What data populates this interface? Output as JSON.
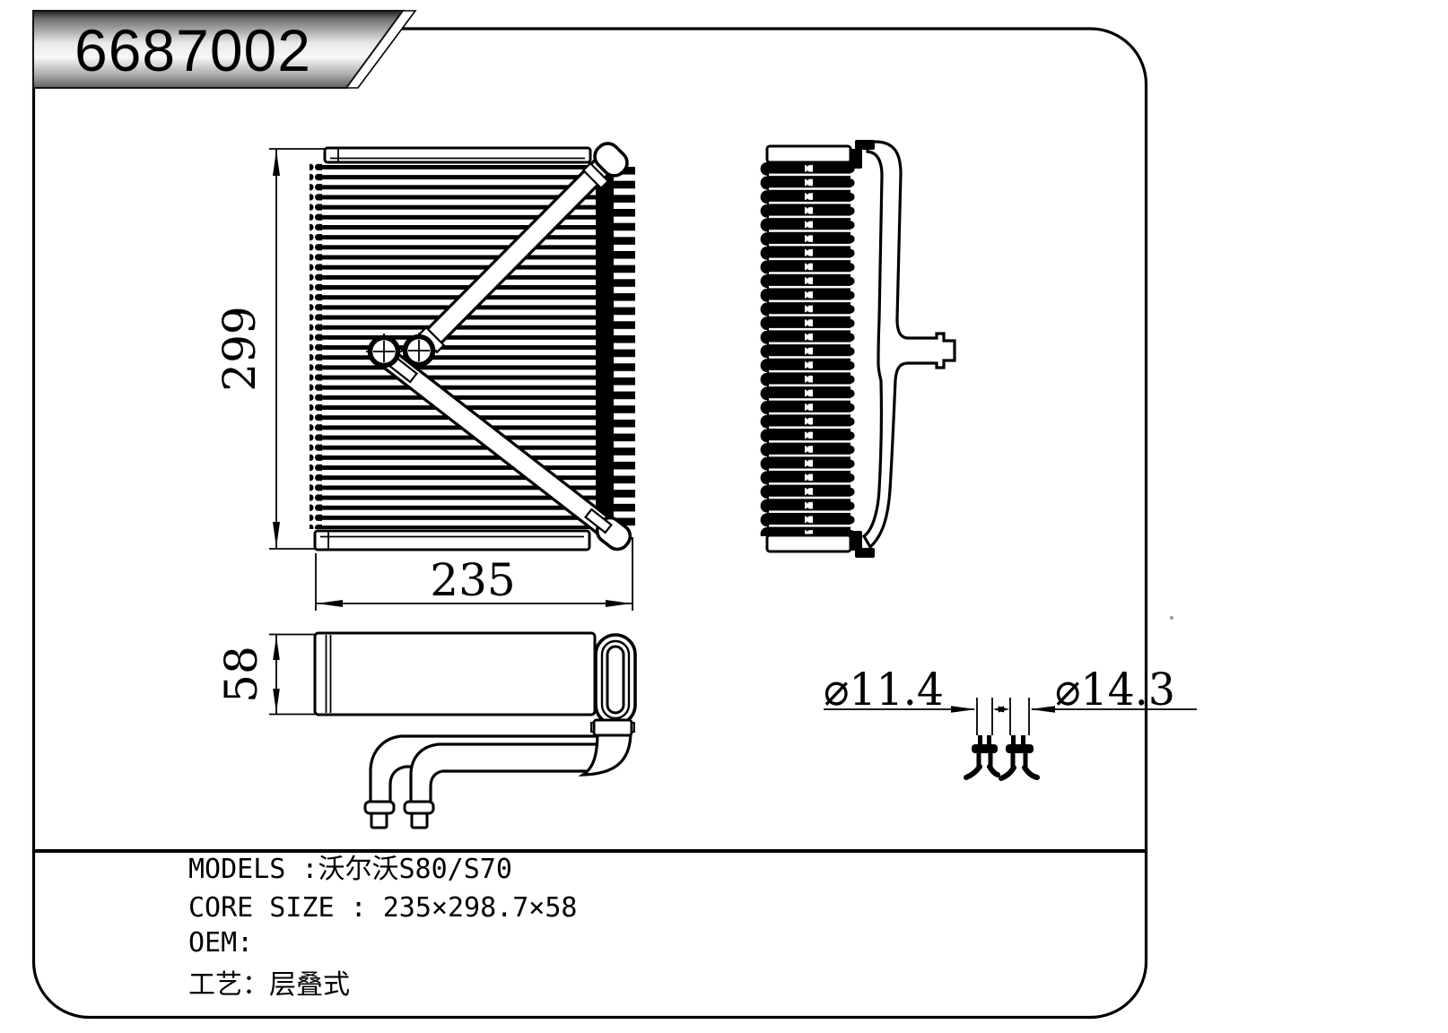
{
  "banner": {
    "part_number": "6687002"
  },
  "dimensions": {
    "height": "299",
    "width": "235",
    "depth": "58",
    "port_small": "⌀11.4",
    "port_large": "⌀14.3"
  },
  "spec_table": {
    "line1": "MODELS :沃尔沃S80/S70",
    "line2": "CORE SIZE : 235×298.7×58",
    "line3": "OEM:",
    "line4": "工艺：层叠式"
  },
  "colors": {
    "line": "#000000",
    "background": "#ffffff",
    "banner_gradient_top": "#1e1e1e",
    "banner_gradient_mid": "#f8f8f8",
    "banner_gradient_bottom": "#6f6f6f"
  }
}
